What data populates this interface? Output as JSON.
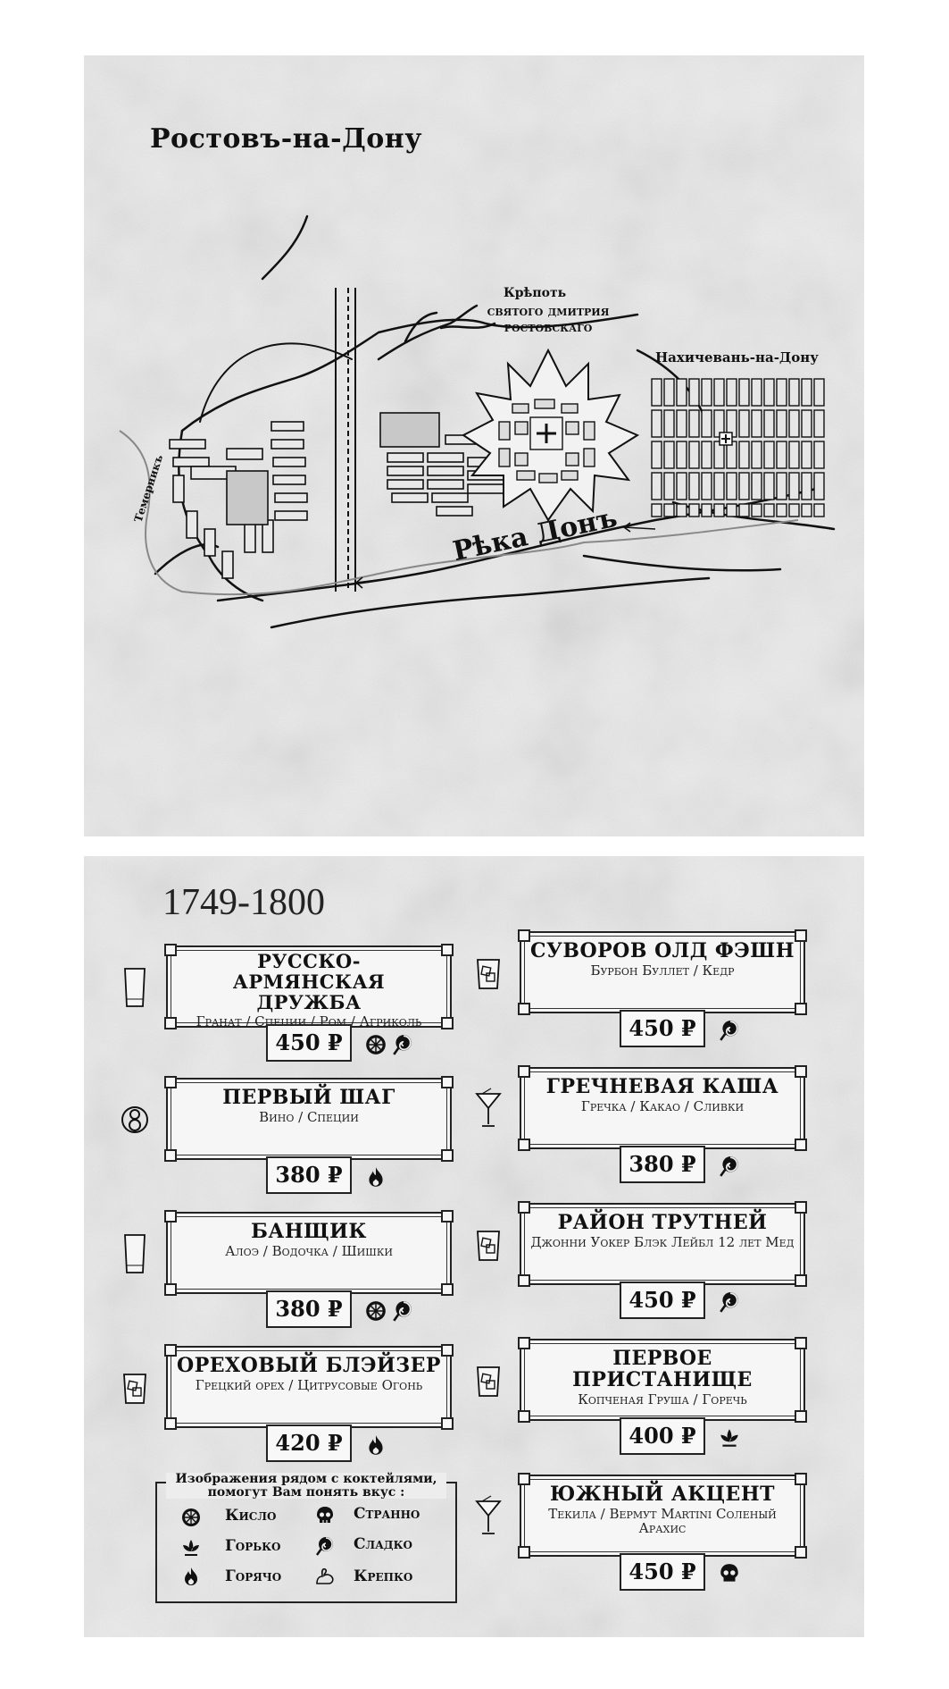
{
  "map": {
    "title": "Ростовъ-на-Дону",
    "fortress_line1": "Крѣпоть",
    "fortress_line2": "святого дмитрия",
    "fortress_line3": "ростовскаго",
    "nakhichevan": "Нахичевань-на-Дону",
    "river": "Рѣка Донъ",
    "temernik": "Темерникъ"
  },
  "menu": {
    "year": "1749-1800",
    "items_left": [
      {
        "name": "РУССКО-АРМЯНСКАЯ ДРУЖБА",
        "ingredients": "Гранат / Специи / Ром / Агриколь",
        "price": "450 ₽",
        "glass": "highball-glass-icon",
        "tastes": [
          "sour-icon",
          "sweet-icon"
        ]
      },
      {
        "name": "ПЕРВЫЙ ШАГ",
        "ingredients": "Вино / Специи",
        "price": "380 ₽",
        "glass": "number-eight-icon",
        "tastes": [
          "hot-icon"
        ]
      },
      {
        "name": "БАНЩИК",
        "ingredients": "Алоэ / Водочка / Шишки",
        "price": "380 ₽",
        "glass": "highball-glass-icon",
        "tastes": [
          "sour-icon",
          "sweet-icon"
        ]
      },
      {
        "name": "ОРЕХОВЫЙ БЛЭЙЗЕР",
        "ingredients": "Грецкий орех / Цитрусовые Огонь",
        "price": "420 ₽",
        "glass": "rocks-glass-icon",
        "tastes": [
          "hot-icon"
        ]
      }
    ],
    "items_right": [
      {
        "name": "СУВОРОВ ОЛД ФЭШН",
        "ingredients": "Бурбон Буллет / Кедр",
        "price": "450 ₽",
        "glass": "rocks-glass-icon",
        "tastes": [
          "sweet-icon"
        ]
      },
      {
        "name": "ГРЕЧНЕВАЯ КАША",
        "ingredients": "Гречка / Какао / Сливки",
        "price": "380 ₽",
        "glass": "martini-glass-icon",
        "tastes": [
          "sweet-icon"
        ]
      },
      {
        "name": "РАЙОН ТРУТНЕЙ",
        "ingredients": "Джонни Уокер Блэк Лейбл 12 лет Мед",
        "price": "450 ₽",
        "glass": "rocks-glass-icon",
        "tastes": [
          "sweet-icon"
        ]
      },
      {
        "name": "ПЕРВОЕ ПРИСТАНИЩЕ",
        "ingredients": "Копченая Груша / Горечь",
        "price": "400 ₽",
        "glass": "rocks-glass-icon",
        "tastes": [
          "bitter-icon"
        ]
      },
      {
        "name": "ЮЖНЫЙ АКЦЕНТ",
        "ingredients": "Текила / Вермут Martini Соленый Арахис",
        "price": "450 ₽",
        "glass": "martini-glass-icon",
        "tastes": [
          "strange-icon"
        ]
      }
    ],
    "legend": {
      "title": "Изображения рядом с коктейлями, помогут Вам понять вкус :",
      "sour": "Кисло",
      "bitter": "Горько",
      "hot": "Горячо",
      "strange": "Странно",
      "sweet": "Сладко",
      "strong": "Крепко"
    }
  }
}
